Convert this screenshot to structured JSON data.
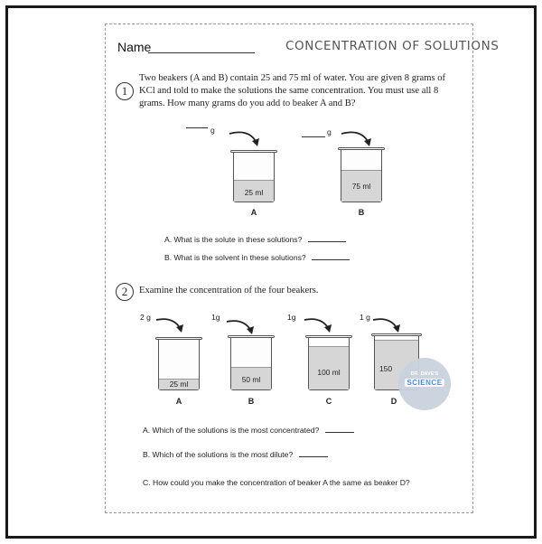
{
  "header": {
    "name_label": "Name",
    "title": "CONCENTRATION OF SOLUTIONS"
  },
  "q1": {
    "number": "1",
    "text": "Two beakers (A and B) contain 25 and 75 ml of water. You are given 8 grams of KCl and told to make the solutions the same concentration. You must use all 8 grams. How many grams do you add to beaker A and B?",
    "gram_unit": "g",
    "beakers": [
      {
        "label": "A",
        "volume": "25 ml"
      },
      {
        "label": "B",
        "volume": "75 ml"
      }
    ],
    "sub_a": "A. What is the solute in these solutions?",
    "sub_b": "B. What is the solvent in these solutions?"
  },
  "q2": {
    "number": "2",
    "text": "Examine the concentration of the four beakers.",
    "beakers": [
      {
        "label": "A",
        "volume": "25 ml",
        "grams": "2 g"
      },
      {
        "label": "B",
        "volume": "50 ml",
        "grams": "1g"
      },
      {
        "label": "C",
        "volume": "100 ml",
        "grams": "1g"
      },
      {
        "label": "D",
        "volume": "150",
        "grams": "1 g"
      }
    ],
    "sub_a": "A. Which of the solutions is the most concentrated?",
    "sub_b": "B. Which of the solutions is the most dilute?",
    "sub_c": "C. How could you make the concentration of beaker A the same as beaker D?"
  },
  "logo": {
    "top": "DR. DAVE'S",
    "bottom": "SCIENCE",
    "colors": [
      "#f2a33a",
      "#e8453c",
      "#34a853",
      "#4285f4"
    ]
  }
}
